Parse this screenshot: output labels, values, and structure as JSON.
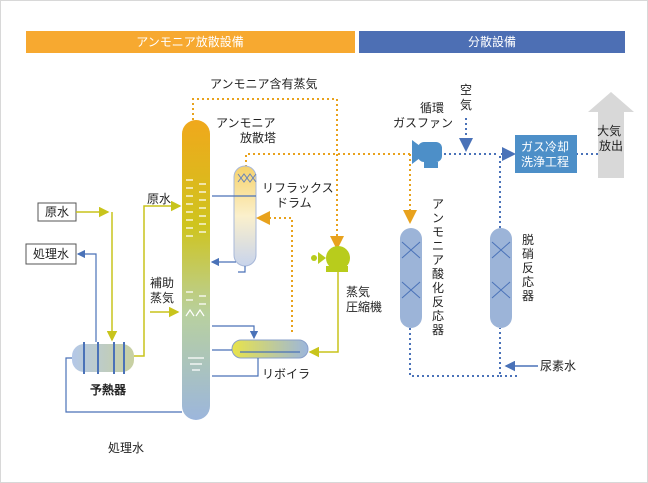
{
  "colors": {
    "ammonia_banner": "#f7a930",
    "dispersion_banner": "#4d6fb4",
    "orange_line": "#e8a21d",
    "yellow_line": "#c8c41c",
    "blue_line": "#4a72b8",
    "vessel_top": "#f0a81c",
    "vessel_bottom": "#a8b8d8",
    "reactor": "#9cb4d8",
    "cooler": "#4d8fc8",
    "exhaust": "#d8d8d8",
    "compressor": "#b8cc1c"
  },
  "banners": {
    "ammonia": "アンモニア放散設備",
    "dispersion": "分散設備"
  },
  "labels": {
    "ammonia_gas": "アンモニア含有蒸気",
    "stripper": "アンモニア\n放散塔",
    "reflux_drum": "リフラックス\nドラム",
    "raw_water": "原水",
    "raw_water_inline": "原水",
    "treated_water_box": "処理水",
    "preheater": "予熱器",
    "aux_steam": "補助\n蒸気",
    "reboiler": "リボイラ",
    "steam_compressor": "蒸気\n圧縮機",
    "treated_water_out": "処理水",
    "circ_fan": "循環\nガスファン",
    "air": "空\n気",
    "gas_cooler": "ガス冷却\n洗浄工程",
    "exhaust": "大気\n放出",
    "nh3_ox_reactor": "アンモニア酸化反応器",
    "denox_reactor": "脱硝反応器",
    "urea_water": "尿素水"
  }
}
